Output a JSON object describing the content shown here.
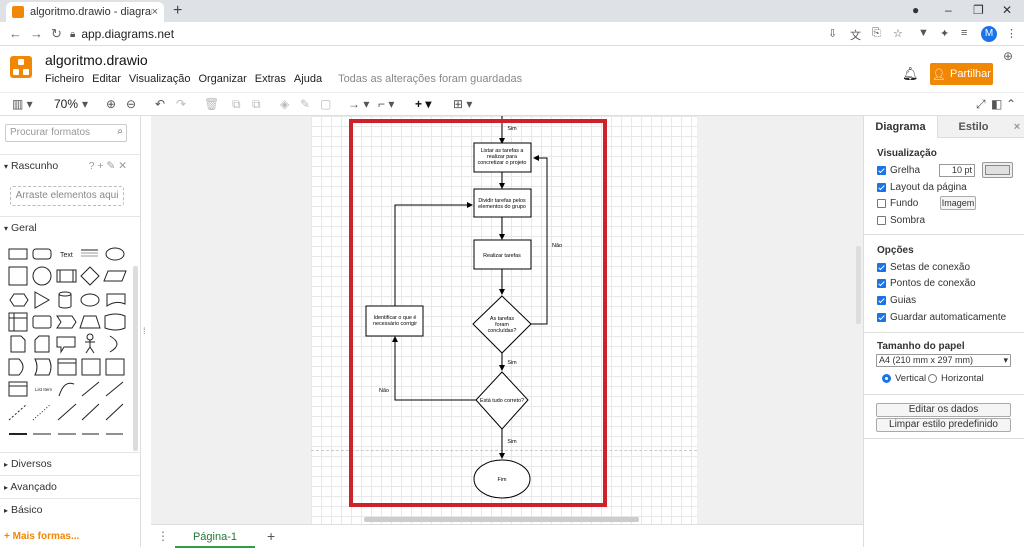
{
  "browser": {
    "tab_title": "algoritmo.drawio - diagrams.net",
    "tab_close": "×",
    "new_tab": "+",
    "url": "app.diagrams.net",
    "profile_initial": "M",
    "win_min": "–",
    "win_max": "❐",
    "win_close": "✕"
  },
  "app": {
    "doc_title": "algoritmo.drawio",
    "menu": [
      "Ficheiro",
      "Editar",
      "Visualização",
      "Organizar",
      "Extras",
      "Ajuda"
    ],
    "saved_status": "Todas as alterações foram guardadas",
    "share_label": "Partilhar",
    "accent_color": "#f08705"
  },
  "toolbar": {
    "zoom": "70%"
  },
  "left_panel": {
    "search_placeholder": "Procurar formatos",
    "scratchpad_title": "Rascunho",
    "scratchpad_tools": "? + ✎ ✕",
    "drop_hint": "Arraste elementos aqui",
    "general_title": "Geral",
    "text_shape": "Text",
    "list_item_shape": "List Item",
    "sections": [
      "Diversos",
      "Avançado",
      "Básico"
    ],
    "more_shapes": "+ Mais formas..."
  },
  "diagram": {
    "frame_color": "#d0202a",
    "nodes": {
      "listar": "Listar as tarefas a realizar para concretizar o projeto",
      "dividir": "Dividir tarefas pelos elementos do grupo",
      "realizar": "Realizar tarefas",
      "concluidas": "As tarefas foram concluídas?",
      "identificar": "Identificar o que é necessário corrigir",
      "correto": "Está tudo correto?",
      "fim": "Fim"
    },
    "labels": {
      "sim_top": "Sim",
      "nao_right": "Não",
      "sim_mid": "Sim",
      "nao_left": "Não",
      "sim_bottom": "Sim"
    }
  },
  "bottom": {
    "page_tab": "Página-1",
    "add_page": "+"
  },
  "right_panel": {
    "tabs": [
      "Diagrama",
      "Estilo"
    ],
    "close": "×",
    "view_title": "Visualização",
    "grid_label": "Grelha",
    "grid_size": "10 pt",
    "page_layout_label": "Layout da página",
    "background_label": "Fundo",
    "image_button": "Imagem",
    "shadow_label": "Sombra",
    "options_title": "Opções",
    "options": [
      {
        "label": "Setas de conexão",
        "checked": true
      },
      {
        "label": "Pontos de conexão",
        "checked": true
      },
      {
        "label": "Guias",
        "checked": true
      },
      {
        "label": "Guardar automaticamente",
        "checked": true
      }
    ],
    "paper_title": "Tamanho do papel",
    "paper_size": "A4 (210 mm x 297 mm)",
    "orientation_vertical": "Vertical",
    "orientation_horizontal": "Horizontal",
    "edit_data_button": "Editar os dados",
    "clear_style_button": "Limpar estilo predefinido"
  }
}
